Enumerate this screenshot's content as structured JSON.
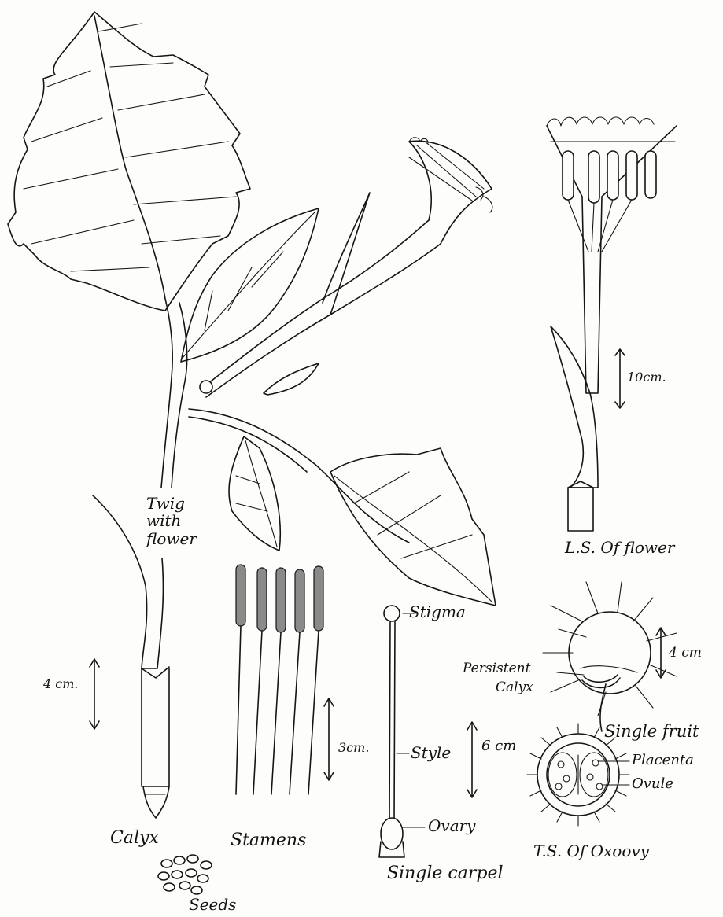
{
  "labels": {
    "twig": [
      "Twig",
      "with",
      "flower"
    ],
    "ls_flower": "L.S. Of flower",
    "scale_10cm": "10cm.",
    "calyx": "Calyx",
    "scale_4cm_calyx": "4 cm.",
    "stamens": "Stamens",
    "scale_3cm": "3cm.",
    "stigma": "Stigma",
    "style": "Style",
    "ovary": "Ovary",
    "scale_6cm": "6 cm",
    "single_carpel": "Single carpel",
    "persistent_calyx": [
      "Persistent",
      "Calyx"
    ],
    "scale_4cm_fruit": "4 cm",
    "single_fruit": "Single fruit",
    "placenta": "Placenta",
    "ovule": "Ovule",
    "ts_ovary": "T.S. Of Oxoovy",
    "seeds": "Seeds"
  },
  "colors": {
    "ink": "#151515",
    "paper": "#fdfdfb"
  }
}
